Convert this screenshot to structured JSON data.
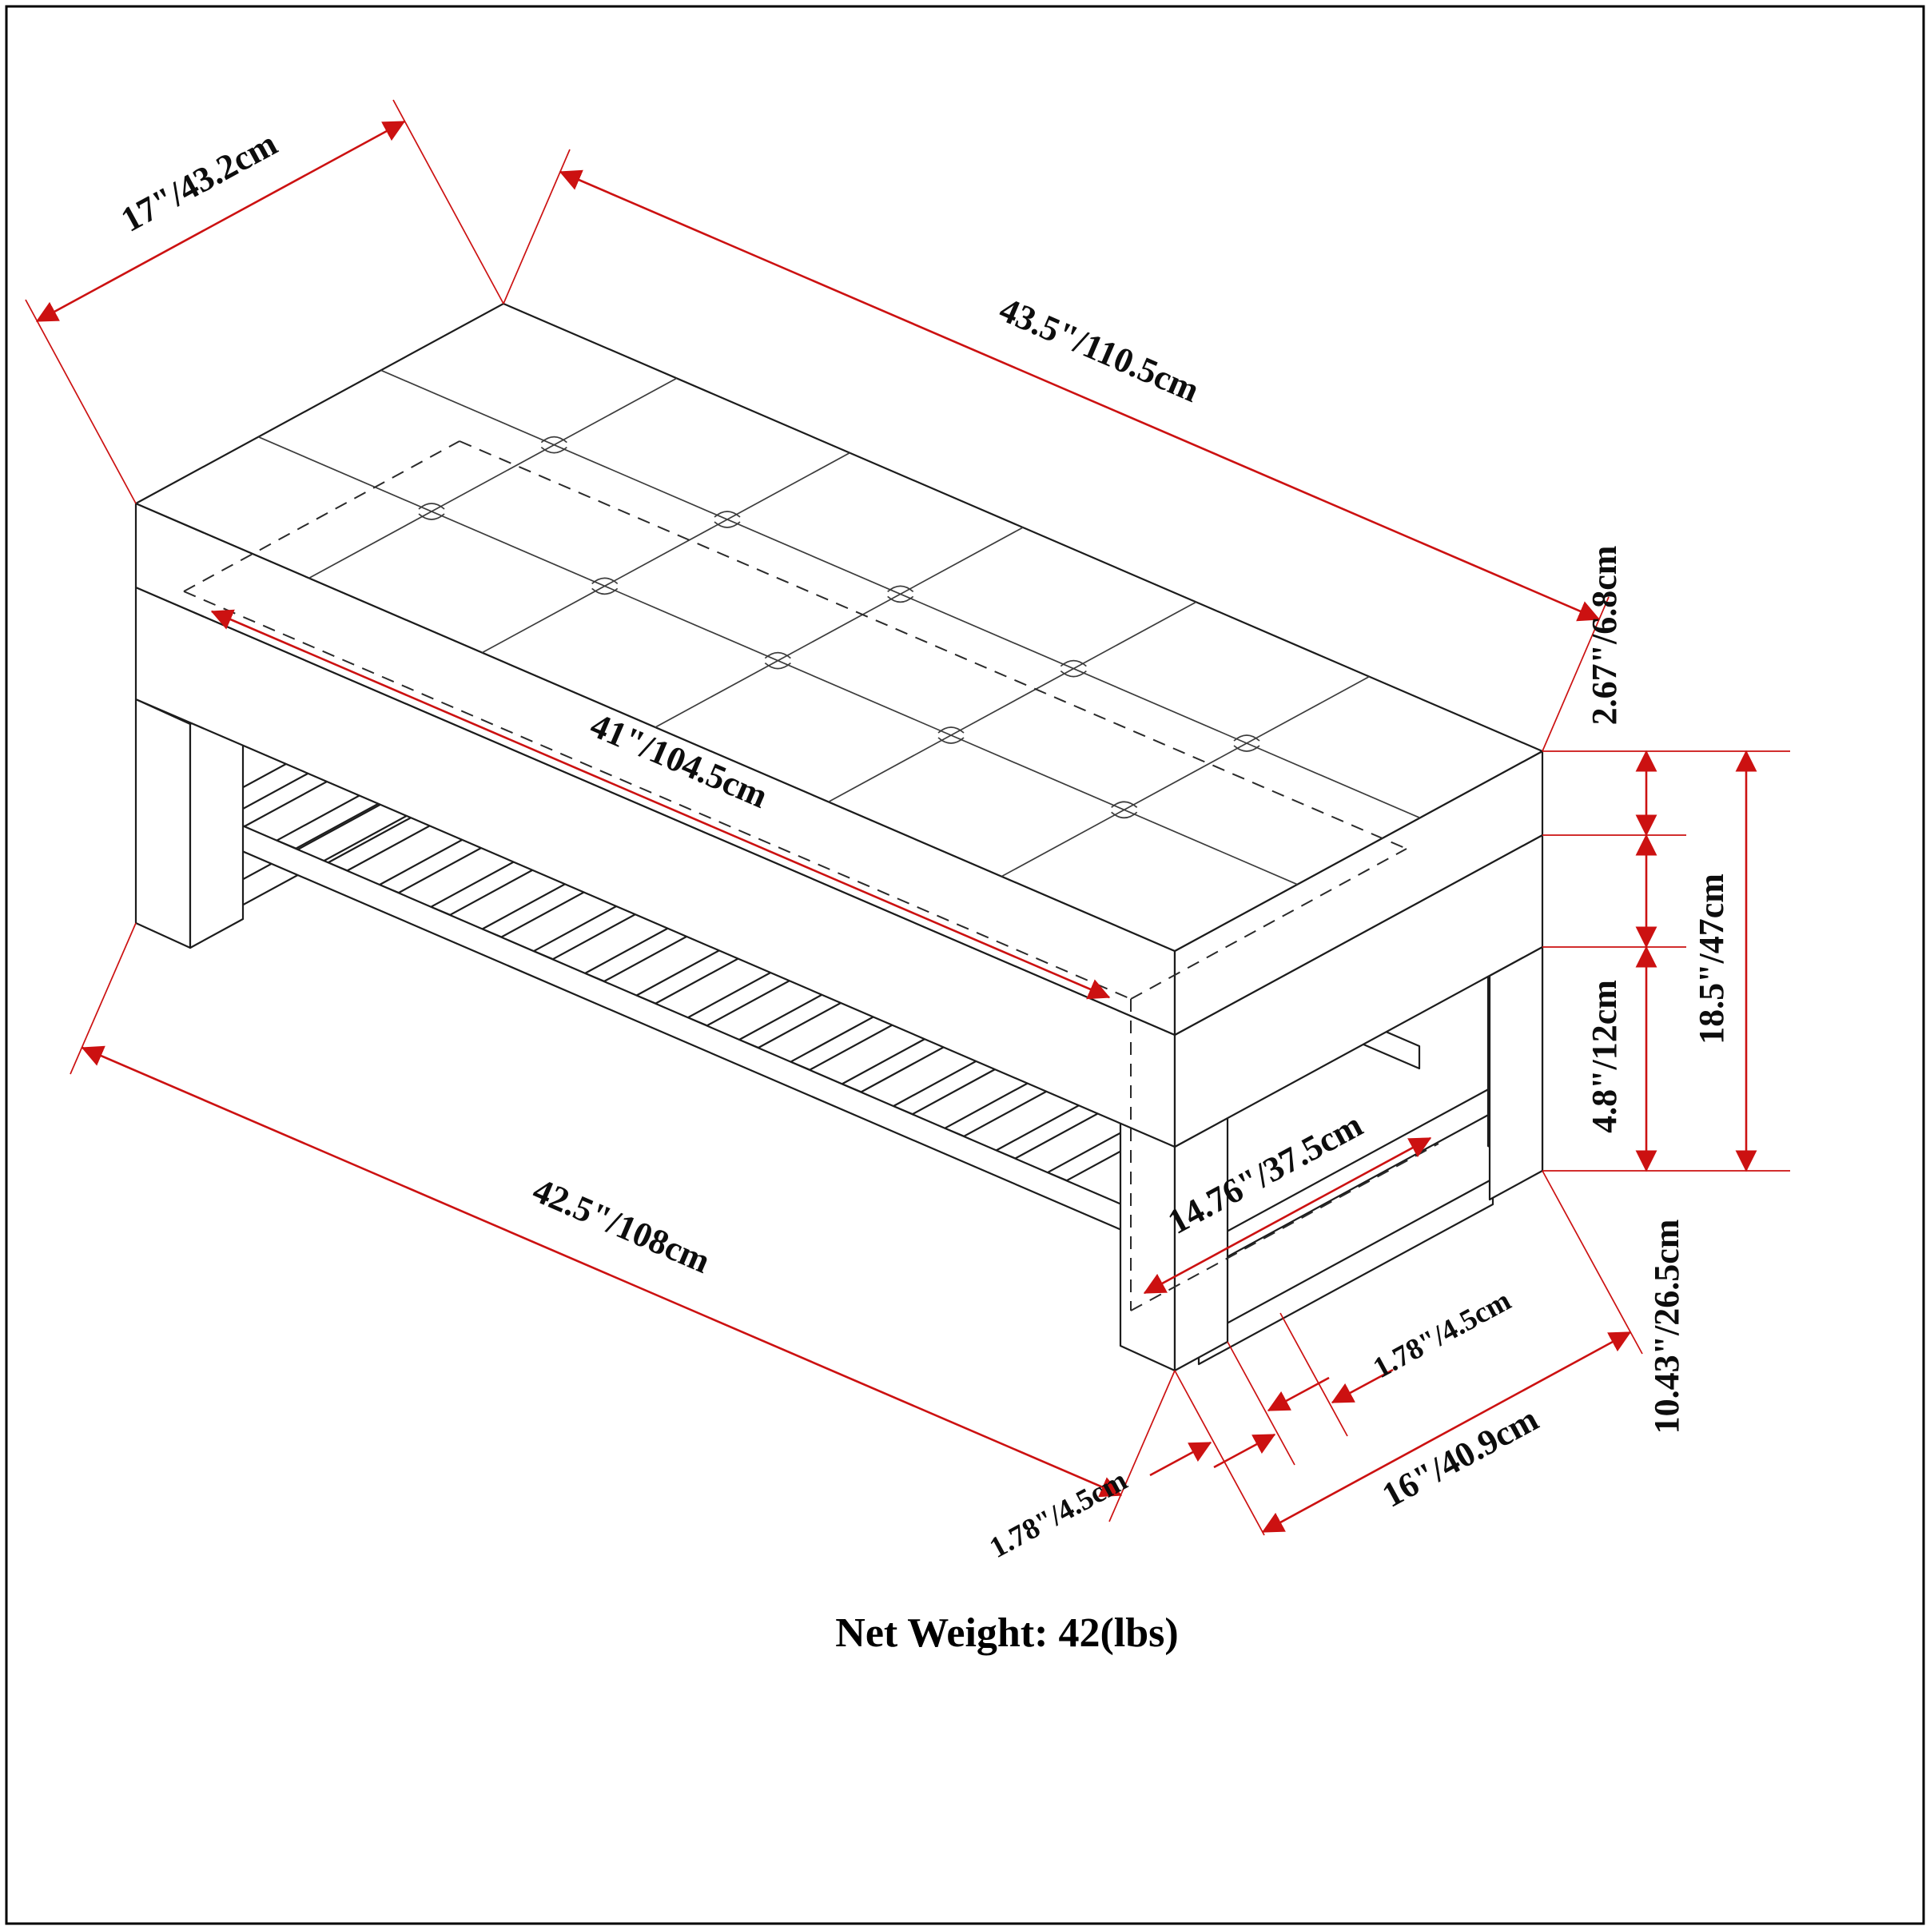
{
  "diagram": {
    "type": "furniture-dimension-drawing",
    "product": "tufted storage bench with lower slatted shoe shelf",
    "colors": {
      "dimension_lines": "#cc1111",
      "drawing_lines": "#1c1c1c",
      "background": "#ffffff"
    },
    "dimensions": {
      "top_depth": "17\"/43.2cm",
      "top_length": "43.5\"/110.5cm",
      "cushion_thickness": "2.67\"/6.8cm",
      "inner_length": "41\"/104.5cm",
      "inner_depth": "14.76\"/37.5cm",
      "frame_height": "4.8\"/12cm",
      "shelf_clearance": "10.43\"/26.5cm",
      "overall_height": "18.5\"/47cm",
      "base_length": "42.5\"/108cm",
      "leg_width_front": "1.78\"/4.5cm",
      "leg_width_side": "1.78\"/4.5cm",
      "base_depth": "16\"/40.9cm"
    },
    "net_weight": "Net Weight: 42(lbs)"
  }
}
